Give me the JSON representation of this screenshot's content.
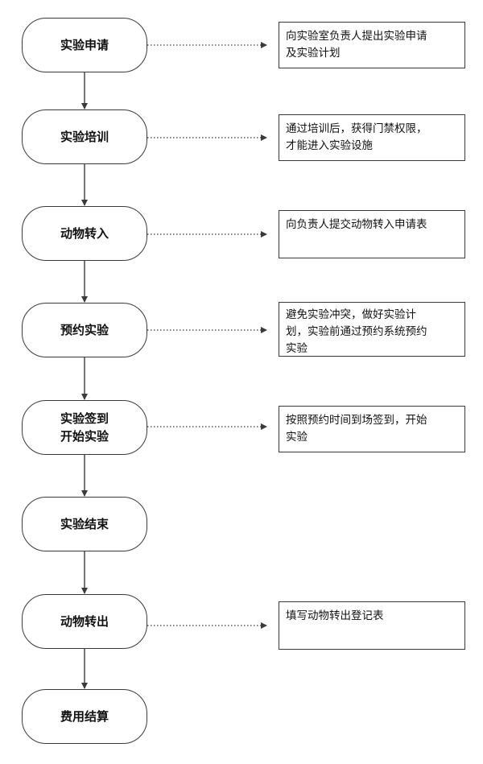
{
  "steps": [
    {
      "label": "实验申请"
    },
    {
      "label": "实验培训"
    },
    {
      "label": "动物转入"
    },
    {
      "label": "预约实验"
    },
    {
      "label": "实验签到\n开始实验"
    },
    {
      "label": "实验结束"
    },
    {
      "label": "动物转出"
    },
    {
      "label": "费用结算"
    }
  ],
  "notes": [
    {
      "for_step": 0,
      "text": "向实验室负责人提出实验申请\n及实验计划"
    },
    {
      "for_step": 1,
      "text": "通过培训后，获得门禁权限，\n才能进入实验设施"
    },
    {
      "for_step": 2,
      "text": "向负责人提交动物转入申请表"
    },
    {
      "for_step": 3,
      "text": "避免实验冲突，做好实验计\n划，实验前通过预约系统预约\n实验"
    },
    {
      "for_step": 4,
      "text": "按照预约时间到场签到，开始\n实验"
    },
    {
      "for_step": 6,
      "text": "填写动物转出登记表"
    }
  ],
  "colors": {
    "stroke": "#3a3a3a",
    "text": "#111111",
    "background": "#ffffff"
  }
}
